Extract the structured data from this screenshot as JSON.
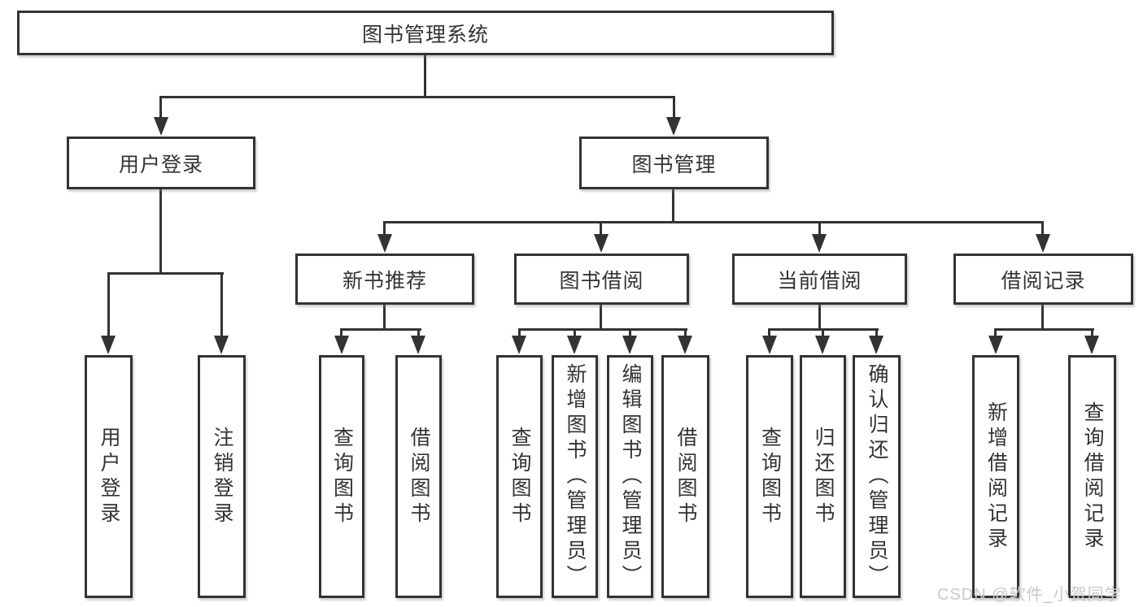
{
  "tree": {
    "root": {
      "label": "图书管理系统"
    },
    "branches": [
      {
        "label": "用户登录",
        "children": [
          {
            "label": "用户登录"
          },
          {
            "label": "注销登录"
          }
        ]
      },
      {
        "label": "图书管理",
        "children": [
          {
            "label": "新书推荐",
            "children": [
              {
                "label": "查询图书"
              },
              {
                "label": "借阅图书"
              }
            ]
          },
          {
            "label": "图书借阅",
            "children": [
              {
                "label": "查询图书"
              },
              {
                "label": "新增图书（管理员）"
              },
              {
                "label": "编辑图书（管理员）"
              },
              {
                "label": "借阅图书"
              }
            ]
          },
          {
            "label": "当前借阅",
            "children": [
              {
                "label": "查询图书"
              },
              {
                "label": "归还图书"
              },
              {
                "label": "确认归还（管理员）"
              }
            ]
          },
          {
            "label": "借阅记录",
            "children": [
              {
                "label": "新增借阅记录"
              },
              {
                "label": "查询借阅记录"
              }
            ]
          }
        ]
      }
    ]
  },
  "watermark": {
    "text": "CSDN @软件_小贺同学"
  },
  "colors": {
    "line": "#333333",
    "text": "#333333",
    "box_background": "#ffffff",
    "page_background": "#ffffff",
    "watermark": "#c9c9c9"
  }
}
